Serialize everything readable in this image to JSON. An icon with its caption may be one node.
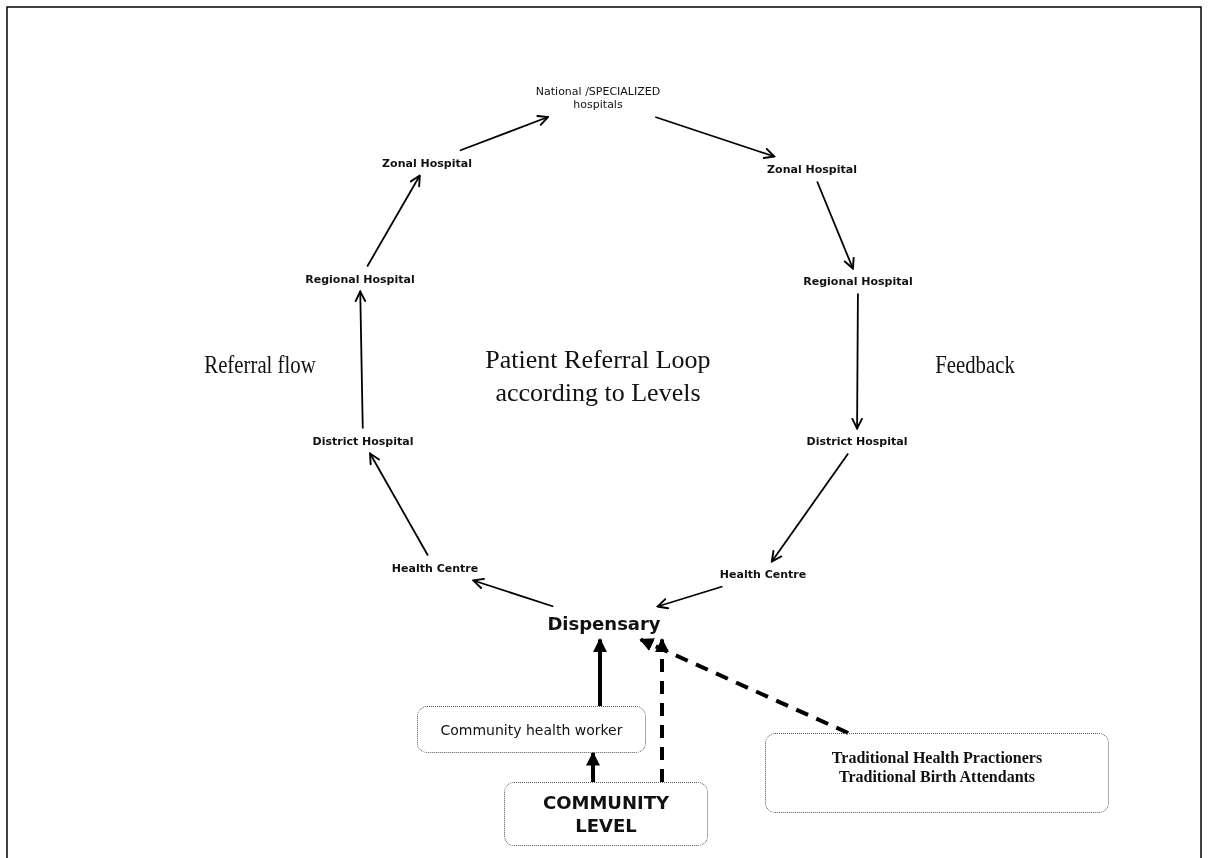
{
  "diagram": {
    "title": "Patient Referral Loop according to Levels",
    "nodes": [
      {
        "text": [
          "National /SPECIALIZED hospitals"
        ]
      },
      {
        "text": [
          "Zonal Hospital"
        ]
      },
      {
        "text": [
          "Zonal Hospital"
        ]
      },
      {
        "text": [
          "Regional Hospital"
        ]
      },
      {
        "text": [
          "Regional Hospital"
        ]
      },
      {
        "text": [
          "District Hospital"
        ]
      },
      {
        "text": [
          "District Hospital"
        ]
      },
      {
        "text": [
          "Health Centre"
        ]
      },
      {
        "text": [
          "Health Centre"
        ]
      },
      {
        "text": [
          "Dispensary"
        ]
      },
      {
        "text": [
          "Community health worker"
        ]
      },
      {
        "text": [
          "COMMUNITY LEVEL"
        ]
      },
      {
        "text": [
          "Traditional Health Practioners Traditional Birth Attendants"
        ]
      }
    ],
    "edges": [
      {
        "from": 9,
        "to": 7,
        "arrow": "to"
      },
      {
        "from": 7,
        "to": 5,
        "arrow": "to"
      },
      {
        "from": 5,
        "to": 3,
        "arrow": "to"
      },
      {
        "from": 3,
        "to": 1,
        "arrow": "to"
      },
      {
        "from": 1,
        "to": 0,
        "arrow": "to"
      },
      {
        "from": 0,
        "to": 2,
        "arrow": "to"
      },
      {
        "from": 2,
        "to": 4,
        "arrow": "to"
      },
      {
        "from": 4,
        "to": 6,
        "arrow": "to"
      },
      {
        "from": 6,
        "to": 8,
        "arrow": "to"
      },
      {
        "from": 8,
        "to": 9,
        "arrow": "to"
      },
      {
        "from": 10,
        "to": 9,
        "arrow": "to",
        "style": "thick"
      },
      {
        "from": 11,
        "to": 10,
        "arrow": "to",
        "style": "thick"
      },
      {
        "from": 11,
        "to": 9,
        "arrow": "to",
        "style": "dashed"
      },
      {
        "from": 12,
        "to": 9,
        "arrow": "to",
        "style": "dashed"
      }
    ],
    "labels": [
      "Referral flow",
      "Feedback"
    ]
  }
}
